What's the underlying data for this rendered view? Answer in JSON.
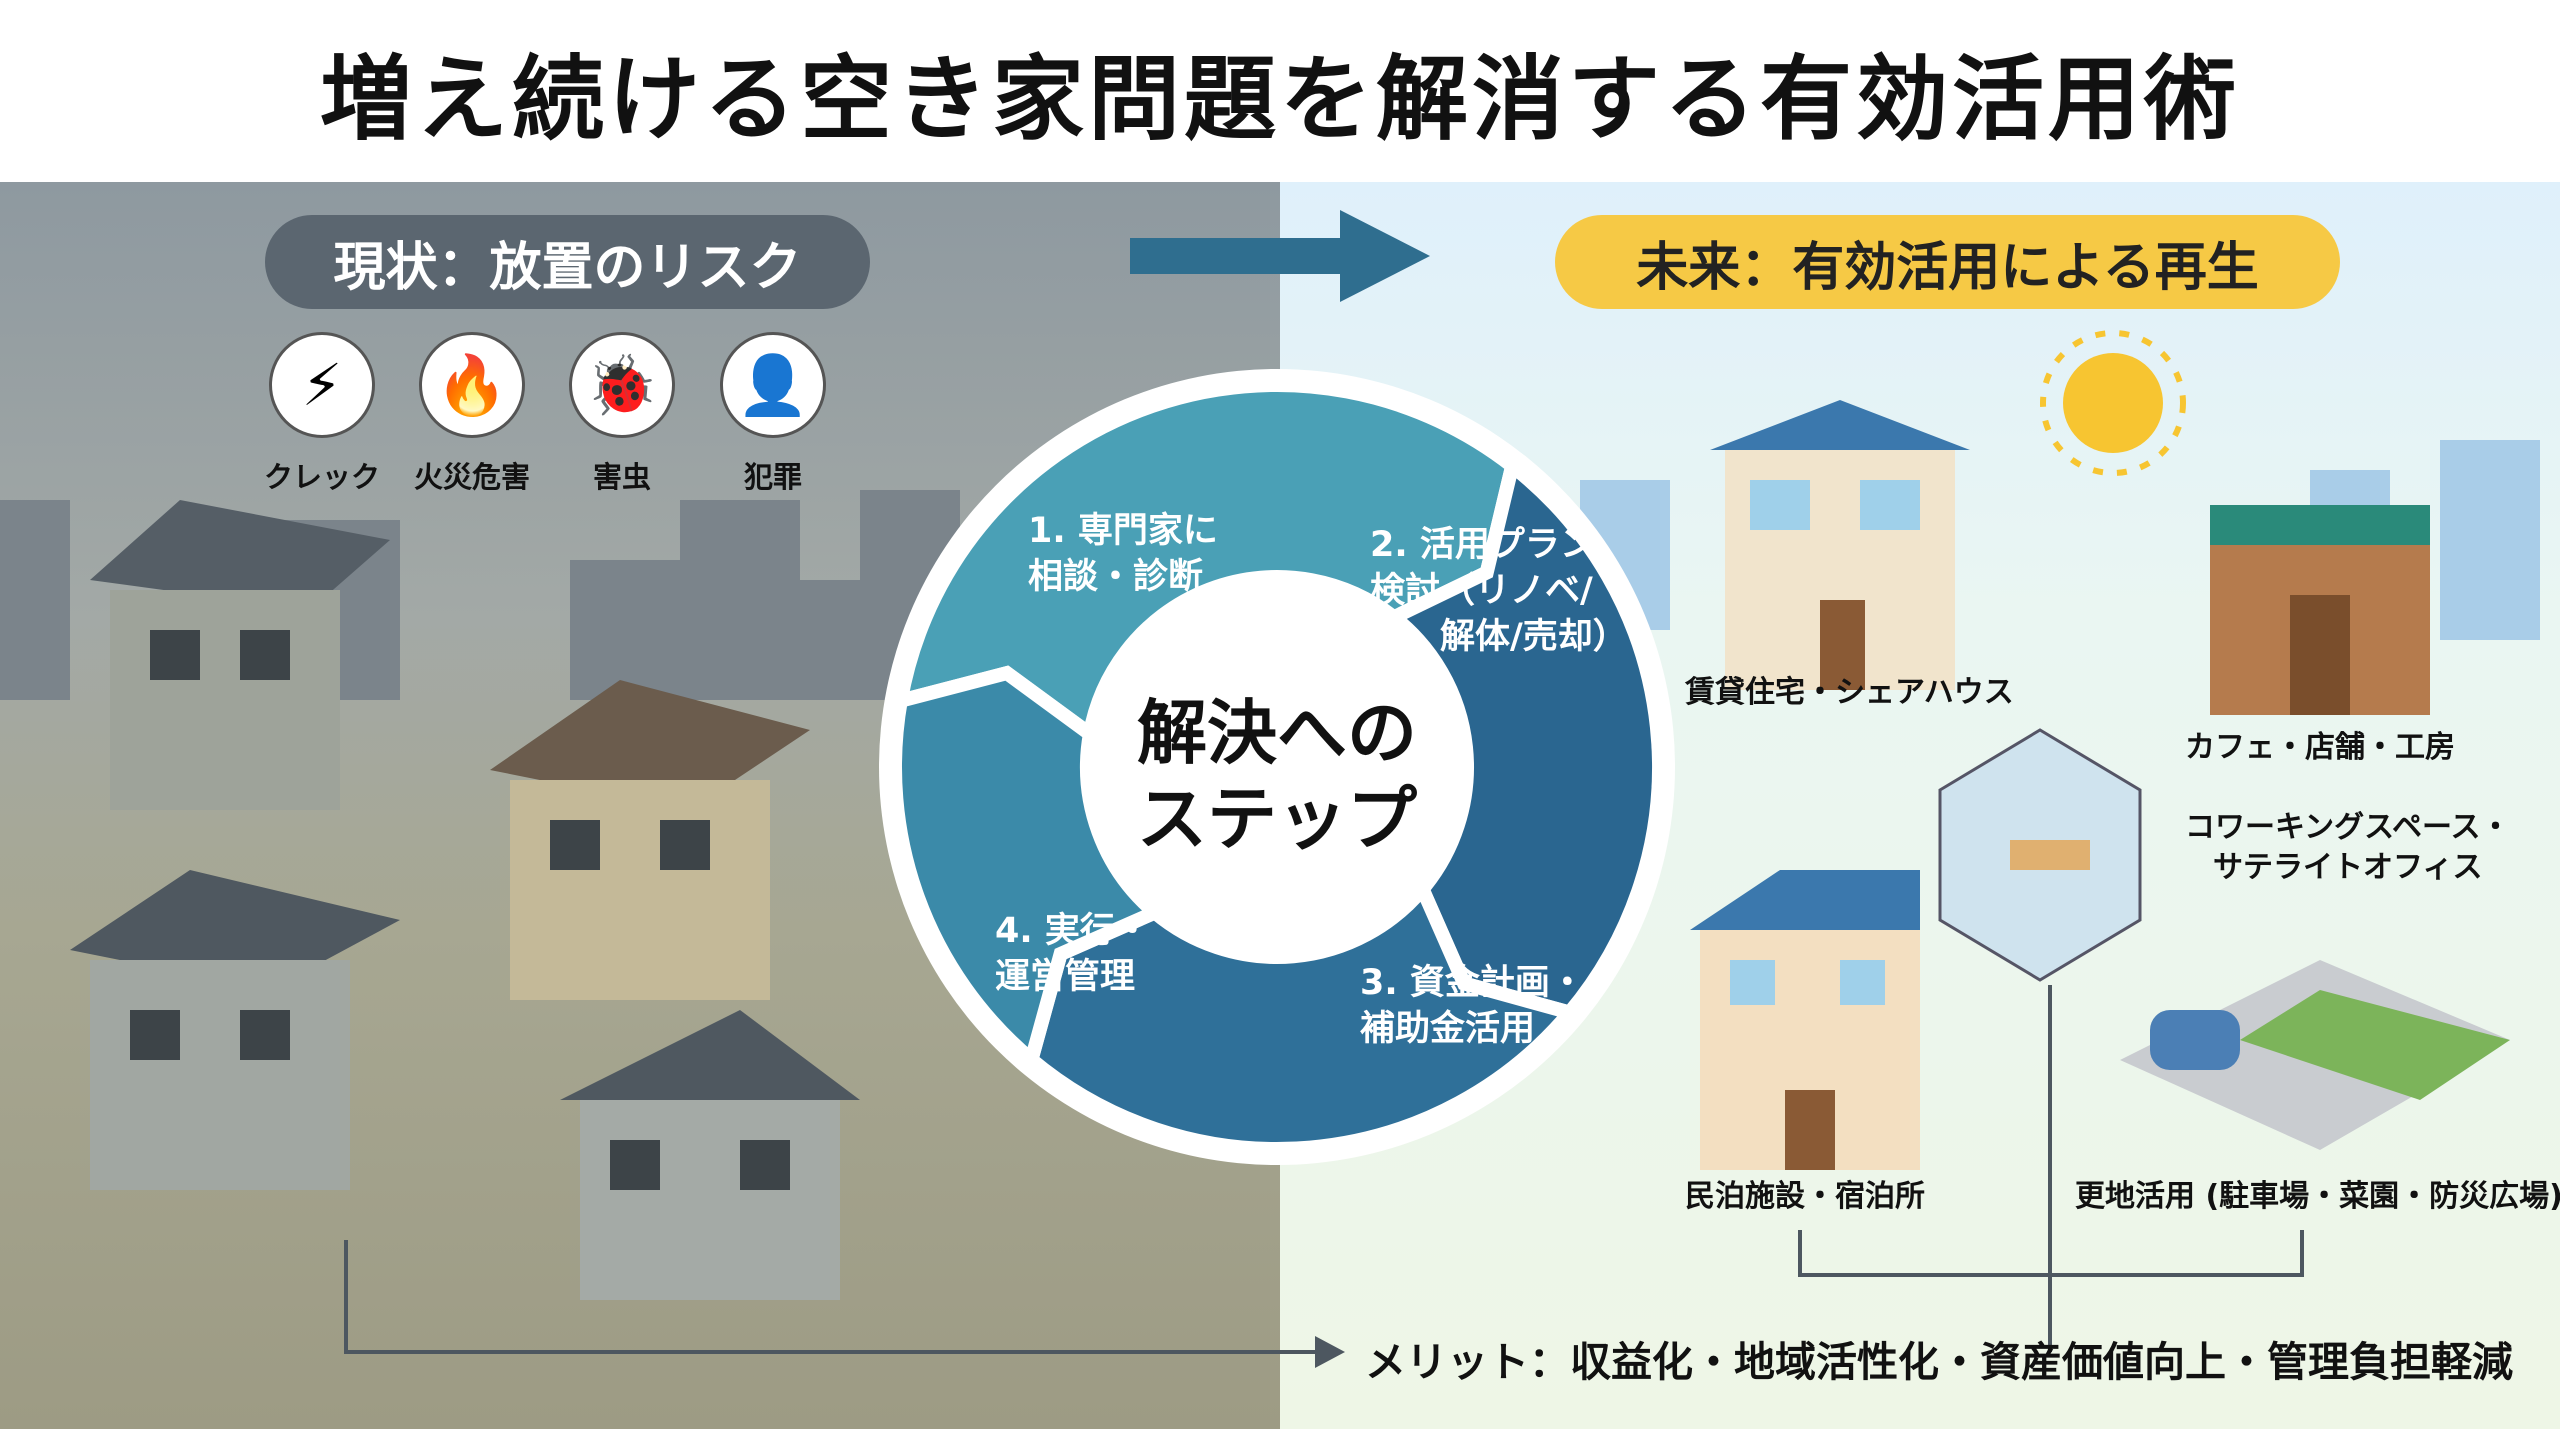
{
  "title": "増え続ける空き家問題を解消する有効活用術",
  "left_panel": {
    "heading": "現状：放置のリスク",
    "risks": [
      {
        "label": "クレック",
        "icon": "crack-icon",
        "glyph": "⚡"
      },
      {
        "label": "火災危害",
        "icon": "fire-icon",
        "glyph": "🔥"
      },
      {
        "label": "害虫",
        "icon": "bug-icon",
        "glyph": "🐞"
      },
      {
        "label": "犯罪",
        "icon": "criminal-icon",
        "glyph": "👤"
      }
    ]
  },
  "right_panel": {
    "heading": "未来：有効活用による再生",
    "uses": [
      "賃貸住宅・シェアハウス",
      "カフェ・店舗・工房",
      "コワーキングスペース・\nサテライトオフィス",
      "民泊施設・宿泊所",
      "更地活用 (駐車場・菜園・防災広場)"
    ]
  },
  "cycle": {
    "center": "解決への\nステップ",
    "steps": [
      "1. 専門家に\n相談・診断",
      "2. 活用プラン\n検討（リノベ/\n　　解体/売却）",
      "3. 資金計画・\n補助金活用",
      "4. 実行・\n運営管理"
    ],
    "colors": [
      "#4aa0b6",
      "#2a6690",
      "#2f7099",
      "#3b8aa9"
    ]
  },
  "merit": "メリット：収益化・地域活性化・資産価値向上・管理負担軽減",
  "colors": {
    "arrow": "#2f6e8f",
    "pill_left": "#5b6670",
    "pill_right": "#f6c945"
  }
}
